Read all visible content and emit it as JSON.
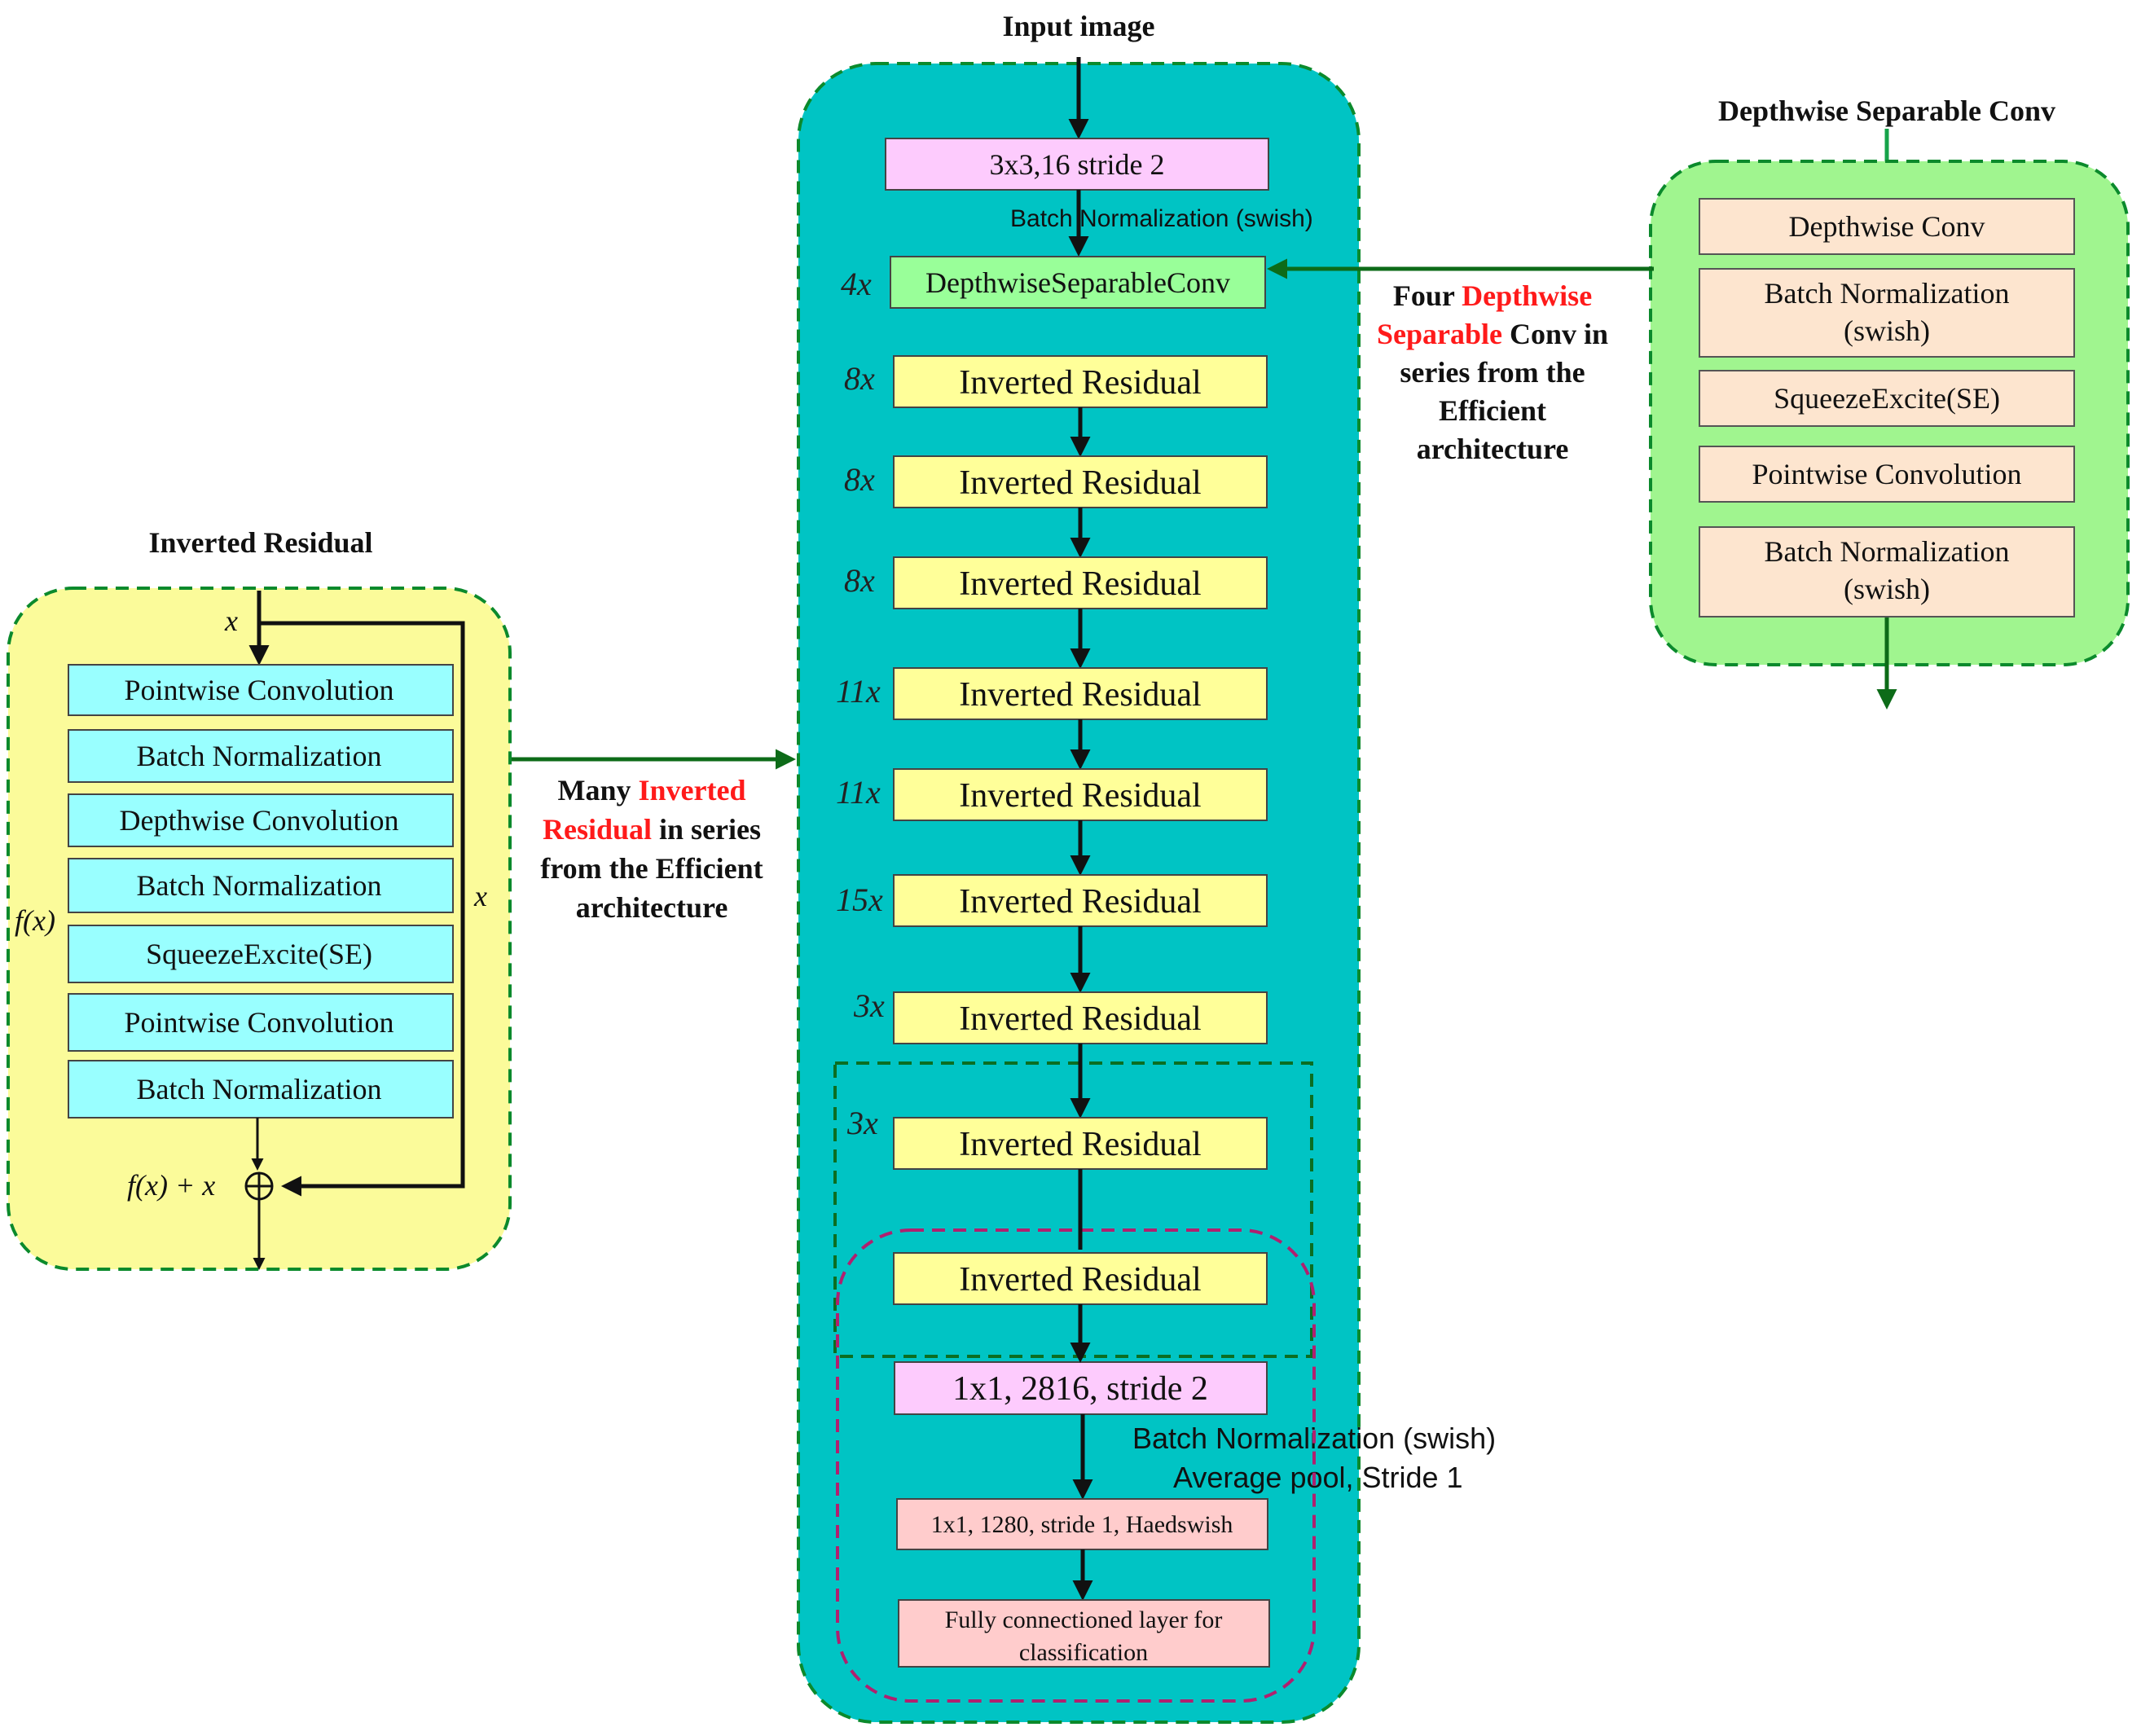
{
  "input_title": "Input image",
  "main": {
    "stem_box": "3x3,16 stride 2",
    "stem_bn": "Batch Normalization (swish)",
    "dsc_mult": "4x",
    "dsc_box": "DepthwiseSeparableConv",
    "blocks": [
      {
        "mult": "8x",
        "label": "Inverted Residual"
      },
      {
        "mult": "8x",
        "label": "Inverted Residual"
      },
      {
        "mult": "8x",
        "label": "Inverted Residual"
      },
      {
        "mult": "11x",
        "label": "Inverted Residual"
      },
      {
        "mult": "11x",
        "label": "Inverted Residual"
      },
      {
        "mult": "15x",
        "label": "Inverted Residual"
      },
      {
        "mult": "3x",
        "label": "Inverted Residual"
      },
      {
        "mult": "3x",
        "label": "Inverted Residual"
      },
      {
        "mult": "",
        "label": "Inverted Residual"
      }
    ],
    "head_box": "1x1, 2816, stride 2",
    "head_bn": "Batch Normalization (swish)",
    "head_pool": "Average pool, Stride 1",
    "conv_box": "1x1, 1280, stride 1, Haedswish",
    "fc_line1": "Fully connectioned layer for",
    "fc_line2": "classification"
  },
  "dsc_panel": {
    "title": "Depthwise Separable Conv",
    "items": [
      {
        "lines": [
          "Depthwise Conv"
        ]
      },
      {
        "lines": [
          "Batch Normalization",
          "(swish)"
        ]
      },
      {
        "lines": [
          "SqueezeExcite(SE)"
        ]
      },
      {
        "lines": [
          "Pointwise Convolution"
        ]
      },
      {
        "lines": [
          "Batch Normalization",
          "(swish)"
        ]
      }
    ],
    "caption": {
      "l1_a": "Four ",
      "l1_b": "Depthwise",
      "l2_a": "Separable",
      "l2_b": " Conv in",
      "l3": "series from the",
      "l4": "Efficient",
      "l5": "architecture"
    }
  },
  "ir_panel": {
    "title": "Inverted Residual",
    "input_var": "x",
    "skip_var": "x",
    "fx_label": "f(x)",
    "sum_label": "f(x) + x",
    "items": [
      "Pointwise Convolution",
      "Batch Normalization",
      "Depthwise Convolution",
      "Batch Normalization",
      "SqueezeExcite(SE)",
      "Pointwise Convolution",
      "Batch Normalization"
    ],
    "caption": {
      "l1_a": "Many ",
      "l1_b": "Inverted",
      "l2_a": "Residual",
      "l2_b": " in series",
      "l3": "from the Efficient",
      "l4": "architecture"
    }
  },
  "colors": {
    "main_bg": "#00c4c4",
    "ir_panel_bg": "#fbfb9a",
    "dsc_panel_bg": "#a0f58f",
    "pink_box": "#fdcbfd",
    "yellow_box": "#ffff99",
    "green_box": "#99ff99",
    "cyan_box": "#99ffff",
    "peach_box": "#fde5cf",
    "salmon_box": "#ffcccc",
    "dashed_green": "#0b8a2c",
    "dashed_magenta": "#b0206f",
    "highlight_red": "#ff1a1a"
  }
}
